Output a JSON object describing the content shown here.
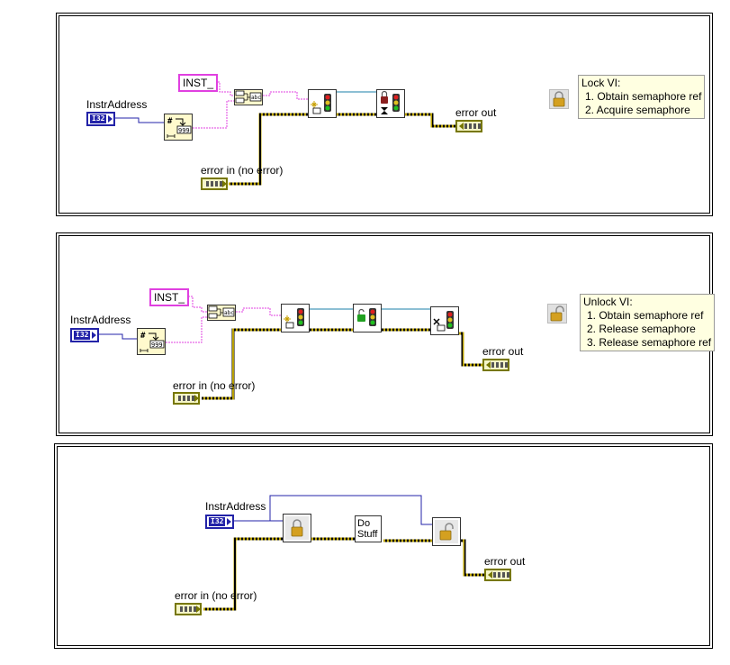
{
  "panel_lock": {
    "instr_label": "InstrAddress",
    "i32_type": "I32",
    "const_num": "999",
    "inst_prefix": "INST_",
    "error_in_label": "error in (no error)",
    "error_out_label": "error out",
    "comment_title": "Lock VI:",
    "comment_lines": [
      "1. Obtain semaphore ref",
      "2. Acquire semaphore"
    ]
  },
  "panel_unlock": {
    "instr_label": "InstrAddress",
    "i32_type": "I32",
    "const_num": "999",
    "inst_prefix": "INST_",
    "error_in_label": "error in (no error)",
    "error_out_label": "error out",
    "comment_title": "Unlock VI:",
    "comment_lines": [
      "1. Obtain semaphore ref",
      "2. Release semaphore",
      "3. Release semaphore ref"
    ]
  },
  "panel_usage": {
    "instr_label": "InstrAddress",
    "i32_type": "I32",
    "do_stuff_line1": "Do",
    "do_stuff_line2": "Stuff",
    "error_in_label": "error in (no error)",
    "error_out_label": "error out"
  },
  "colors": {
    "integer_wire": "#2323a8",
    "string_wire": "#e040e0",
    "error_wire": "#b8a000",
    "reference_wire": "#1a7fa8"
  },
  "icons": [
    "lock-icon",
    "unlock-icon",
    "traffic-light-icon",
    "hourglass-icon",
    "number-to-string-icon",
    "concatenate-icon",
    "error-cluster-icon"
  ]
}
